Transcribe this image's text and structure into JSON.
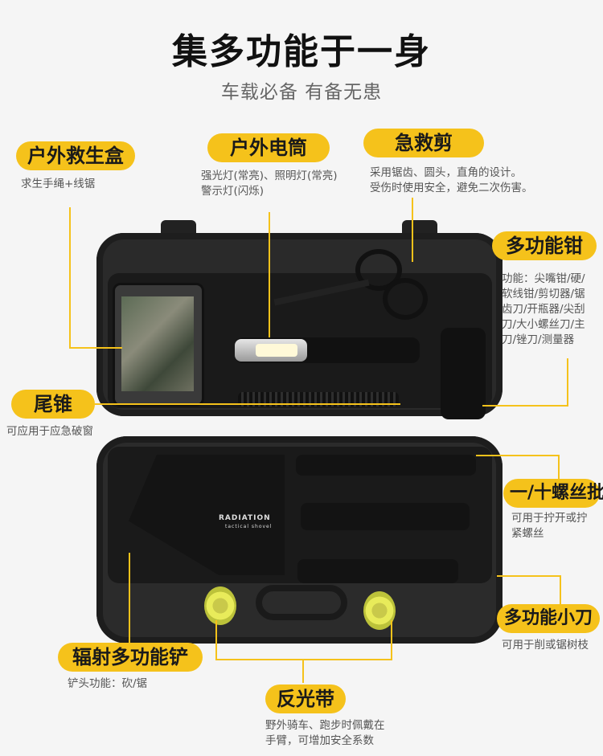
{
  "header": {
    "title": "集多功能于一身",
    "subtitle": "车载必备 有备无患"
  },
  "callouts": {
    "survival_box": {
      "label": "户外救生盒",
      "desc": [
        "求生手绳+线锯"
      ]
    },
    "flashlight": {
      "label": "户外电筒",
      "desc": [
        "强光灯(常亮)、照明灯(常亮)",
        "警示灯(闪烁)"
      ]
    },
    "scissors": {
      "label": "急救剪",
      "desc": [
        "采用锯齿、圆头，直角的设计。",
        "受伤时使用安全，避免二次伤害。"
      ]
    },
    "pliers": {
      "label": "多功能钳",
      "desc": [
        "功能：尖嘴钳/硬/",
        "软线钳/剪切器/锯",
        "齿刀/开瓶器/尖刮",
        "刀/大小螺丝刀/主",
        "刀/锉刀/测量器"
      ]
    },
    "tail_spike": {
      "label": "尾锥",
      "desc": [
        "可应用于应急破窗"
      ]
    },
    "screwdriver": {
      "label": "一/十螺丝批",
      "desc": [
        "可用于拧开或拧",
        "紧螺丝"
      ]
    },
    "knife": {
      "label": "多功能小刀",
      "desc": [
        "可用于削或锯树枝"
      ]
    },
    "shovel": {
      "label": "辐射多功能铲",
      "desc": [
        "铲头功能：砍/锯"
      ]
    },
    "reflective_band": {
      "label": "反光带",
      "desc": [
        "野外骑车、跑步时佩戴在",
        "手臂，可增加安全系数"
      ]
    }
  },
  "product_print": {
    "brand": "RADIATION",
    "model": "tactical shovel"
  },
  "colors": {
    "accent": "#f5c21b",
    "case": "#2a2a2a",
    "background": "#f5f5f5"
  }
}
